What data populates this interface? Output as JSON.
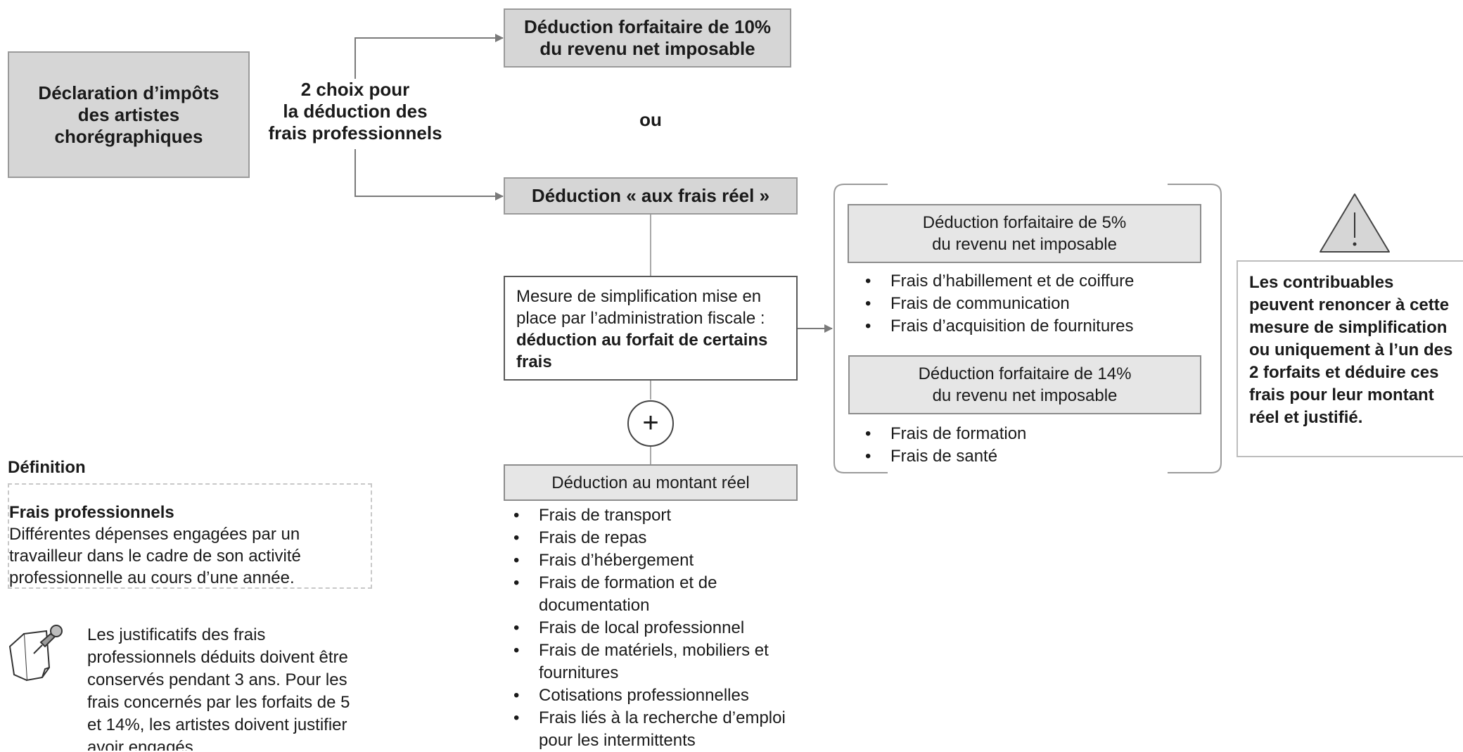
{
  "root_box": {
    "line1": "Déclaration d’impôts",
    "line2": "des artistes",
    "line3": "chorégraphiques"
  },
  "choice_label": {
    "line1": "2 choix pour",
    "line2": "la déduction des",
    "line3": "frais professionnels"
  },
  "option_flat": {
    "line1": "Déduction forfaitaire de 10%",
    "line2": "du revenu net imposable"
  },
  "or_label": "ou",
  "option_real": {
    "label": "Déduction « aux frais réel »"
  },
  "simplification": {
    "text_part1": "Mesure de simplification mise en place par l’administration fiscale : ",
    "text_bold": "déduction au forfait de certains frais"
  },
  "plus_symbol": "+",
  "actual_amount": {
    "title": "Déduction au montant réel",
    "items": [
      "Frais de transport",
      "Frais de repas",
      "Frais d’hébergement",
      "Frais de formation et de documentation",
      "Frais de local professionnel",
      "Frais de matériels, mobiliers et fournitures",
      "Cotisations professionnelles",
      "Frais liés à la recherche d’emploi pour les intermittents"
    ]
  },
  "flat_5": {
    "line1": "Déduction forfaitaire de 5%",
    "line2": "du revenu net imposable",
    "items": [
      "Frais d’habillement et de coiffure",
      "Frais de communication",
      "Frais d’acquisition de fournitures"
    ]
  },
  "flat_14": {
    "line1": "Déduction forfaitaire de 14%",
    "line2": "du revenu net imposable",
    "items": [
      "Frais de formation",
      "Frais de santé"
    ]
  },
  "warning": {
    "icon": "warning-triangle-icon",
    "text": "Les contribuables peuvent renoncer à cette mesure de simplification ou uniquement à l’un des 2 forfaits et déduire ces frais pour leur montant réel et justifié."
  },
  "definition": {
    "heading": "Définition",
    "term": "Frais professionnels",
    "body": "Différentes dépenses engagées par un travailleur dans le cadre de son activité professionnelle au cours d’une année."
  },
  "note": {
    "icon": "pinned-note-icon",
    "text": "Les justificatifs des frais professionnels déduits doivent être conservés pendant 3 ans. Pour les frais concernés par les forfaits de 5 et 14%, les artistes doivent justifier avoir engagés"
  }
}
